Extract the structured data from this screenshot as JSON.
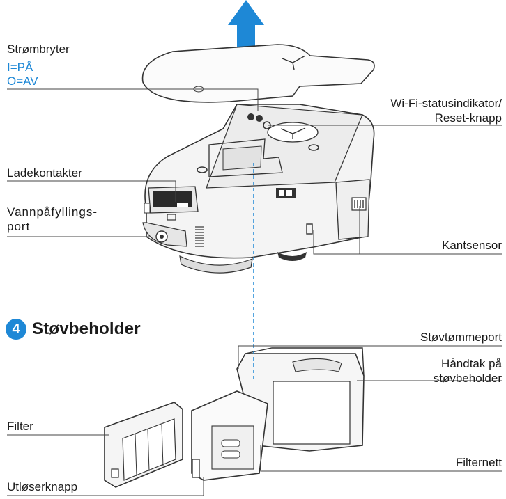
{
  "labels": {
    "power_switch": "Strømbryter",
    "power_on": "I=PÅ",
    "power_off": "O=AV",
    "wifi_line1": "Wi-Fi-statusindikator/",
    "wifi_line2": "Reset-knapp",
    "charging_contacts": "Ladekontakter",
    "water_line1": "Vannpåfyllings-",
    "water_line2": "port",
    "edge_sensor": "Kantsensor",
    "dust_port": "Støvtømmeport",
    "handle_line1": "Håndtak på",
    "handle_line2": "støvbeholder",
    "filter": "Filter",
    "filter_net": "Filternett",
    "release_button": "Utløserknapp"
  },
  "section": {
    "number": "4",
    "title": "Støvbeholder"
  },
  "colors": {
    "accent": "#1e88d6",
    "line": "#333333",
    "device_fill": "#f4f4f4"
  },
  "icons": {
    "lift_arrow": "arrow-up-icon"
  }
}
